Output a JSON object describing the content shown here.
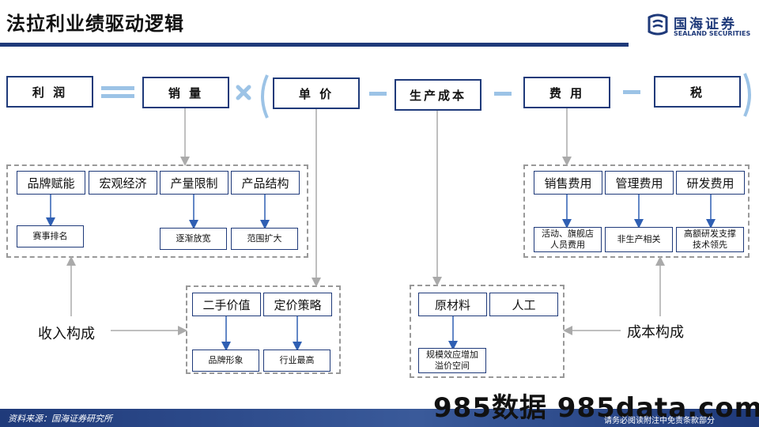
{
  "page_title": "法拉利业绩驱动逻辑",
  "logo": {
    "name_cn": "国海证券",
    "name_en": "SEALAND SECURITIES"
  },
  "formula": {
    "profit": "利 润",
    "volume": "销 量",
    "unit_price": "单 价",
    "production_cost": "生产成本",
    "expenses": "费 用",
    "tax": "税"
  },
  "volume_factors": [
    {
      "label": "品牌赋能",
      "sub": "赛事排名"
    },
    {
      "label": "宏观经济",
      "sub": ""
    },
    {
      "label": "产量限制",
      "sub": "逐渐放宽"
    },
    {
      "label": "产品结构",
      "sub": "范围扩大"
    }
  ],
  "price_factors": [
    {
      "label": "二手价值",
      "sub": "品牌形象"
    },
    {
      "label": "定价策略",
      "sub": "行业最高"
    }
  ],
  "cost_factors": [
    {
      "label": "原材料",
      "sub": "规模效应增加溢价空间"
    },
    {
      "label": "人工",
      "sub": ""
    }
  ],
  "expense_factors": [
    {
      "label": "销售费用",
      "sub": "活动、旗舰店人员费用"
    },
    {
      "label": "管理费用",
      "sub": "非生产相关"
    },
    {
      "label": "研发费用",
      "sub": "高额研发支撑技术领先"
    }
  ],
  "revenue_label": "收入构成",
  "cost_label": "成本构成",
  "footer": {
    "source": "资料来源：国海证券研究所",
    "disclaimer": "请务必阅读附注中免责条款部分",
    "watermark": "985数据 985data.com"
  },
  "colors": {
    "navy": "#1f3a7a",
    "operator": "#9cc3e6",
    "arrow": "#2f5fb3",
    "connector": "#aaaaaa"
  }
}
